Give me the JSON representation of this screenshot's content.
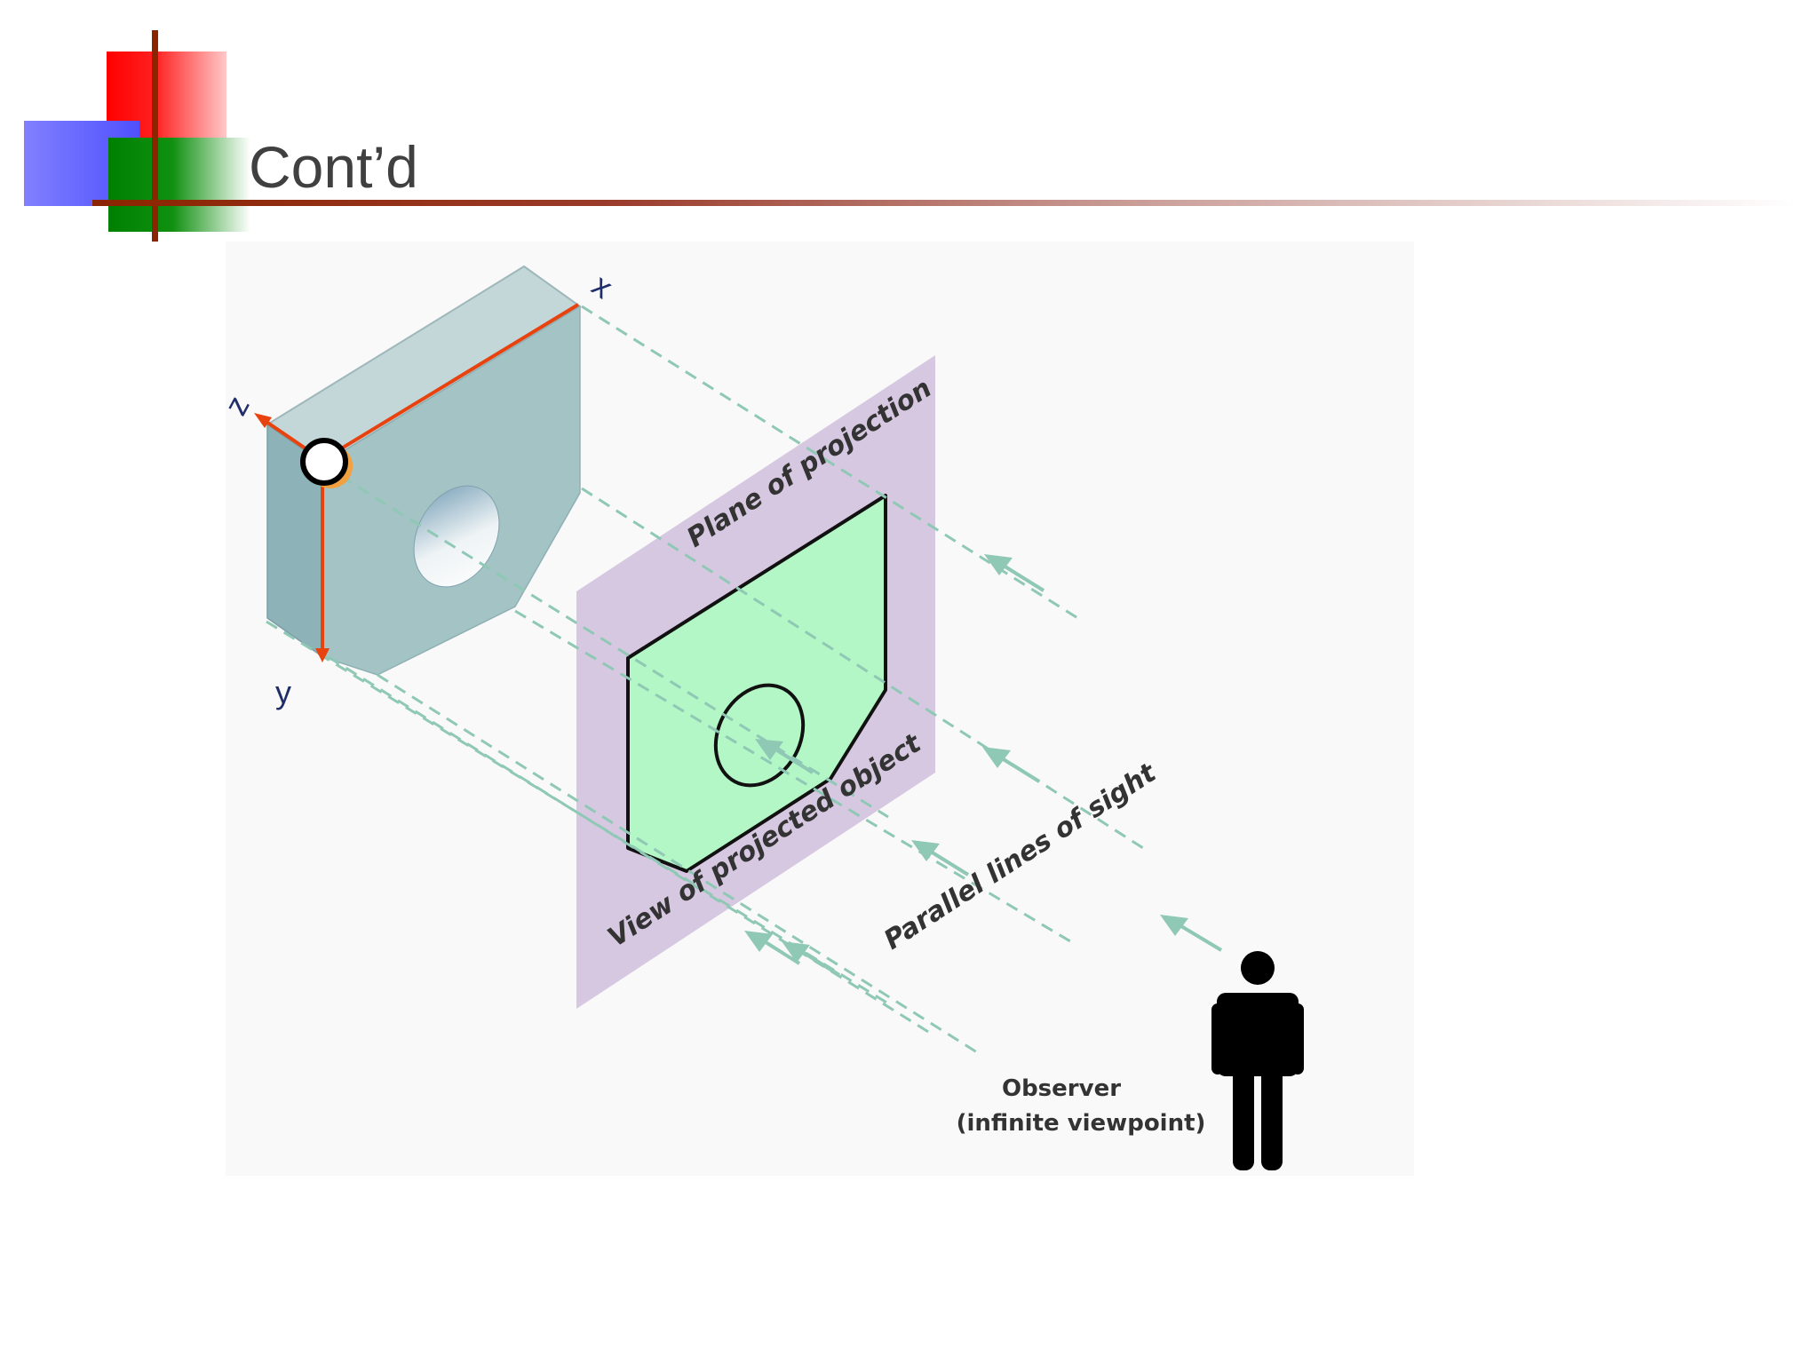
{
  "slide": {
    "title": "Cont’d"
  },
  "diagram": {
    "axes": {
      "x": "x",
      "y": "y",
      "z": "z"
    },
    "labels": {
      "plane": "Plane of projection",
      "view": "View of projected object",
      "lines": "Parallel lines of sight",
      "observer_line1": "Observer",
      "observer_line2": "(infinite viewpoint)"
    },
    "colors": {
      "object_front": "#a3c3c5",
      "object_side": "#8db2b8",
      "object_top": "#c3d7d9",
      "plane": "#d7c8e1",
      "projected_view": "#b2f7c5",
      "sight_lines": "#8fc8b4",
      "axis_arrows": "#e8420f",
      "axis_labels": "#1f2d6b"
    },
    "icons": [
      "origin-marker",
      "observer-figure-icon"
    ]
  }
}
